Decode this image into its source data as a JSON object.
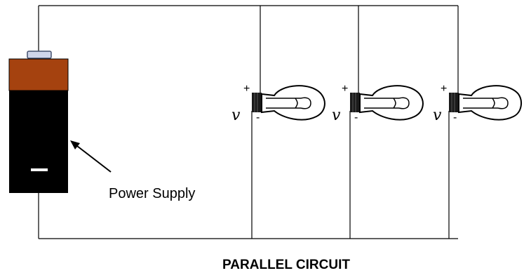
{
  "diagram": {
    "title": "PARALLEL CIRCUIT",
    "power_label": "Power Supply",
    "battery_minus": "–",
    "colors": {
      "battery_top": "#a5420f",
      "battery_body": "#000000",
      "battery_cap": "#cfd6ea",
      "wire": "#000000"
    },
    "bulbs": [
      {
        "voltage_label": "v",
        "plus": "+",
        "minus": "-"
      },
      {
        "voltage_label": "v",
        "plus": "+",
        "minus": "-"
      },
      {
        "voltage_label": "v",
        "plus": "+",
        "minus": "-"
      }
    ]
  }
}
